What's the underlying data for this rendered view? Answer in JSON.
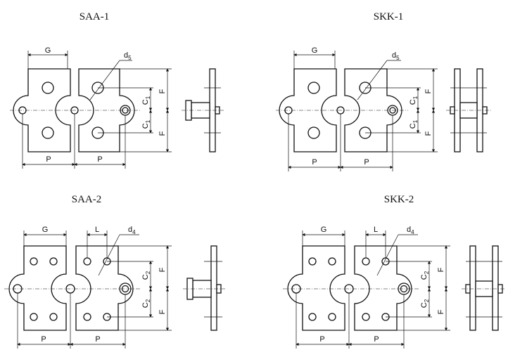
{
  "panels": [
    {
      "title": "SAA-1",
      "labels": {
        "g": "G",
        "p": "P",
        "f": "F",
        "c": "C",
        "c_sub": "1",
        "d": "d",
        "d_sub": "5",
        "l": ""
      }
    },
    {
      "title": "SKK-1",
      "labels": {
        "g": "G",
        "p": "P",
        "f": "F",
        "c": "C",
        "c_sub": "1",
        "d": "d",
        "d_sub": "5",
        "l": ""
      }
    },
    {
      "title": "SAA-2",
      "labels": {
        "g": "G",
        "p": "P",
        "f": "F",
        "c": "C",
        "c_sub": "2",
        "d": "d",
        "d_sub": "4",
        "l": "L"
      }
    },
    {
      "title": "SKK-2",
      "labels": {
        "g": "G",
        "p": "P",
        "f": "F",
        "c": "C",
        "c_sub": "2",
        "d": "d",
        "d_sub": "4",
        "l": "L"
      }
    }
  ]
}
